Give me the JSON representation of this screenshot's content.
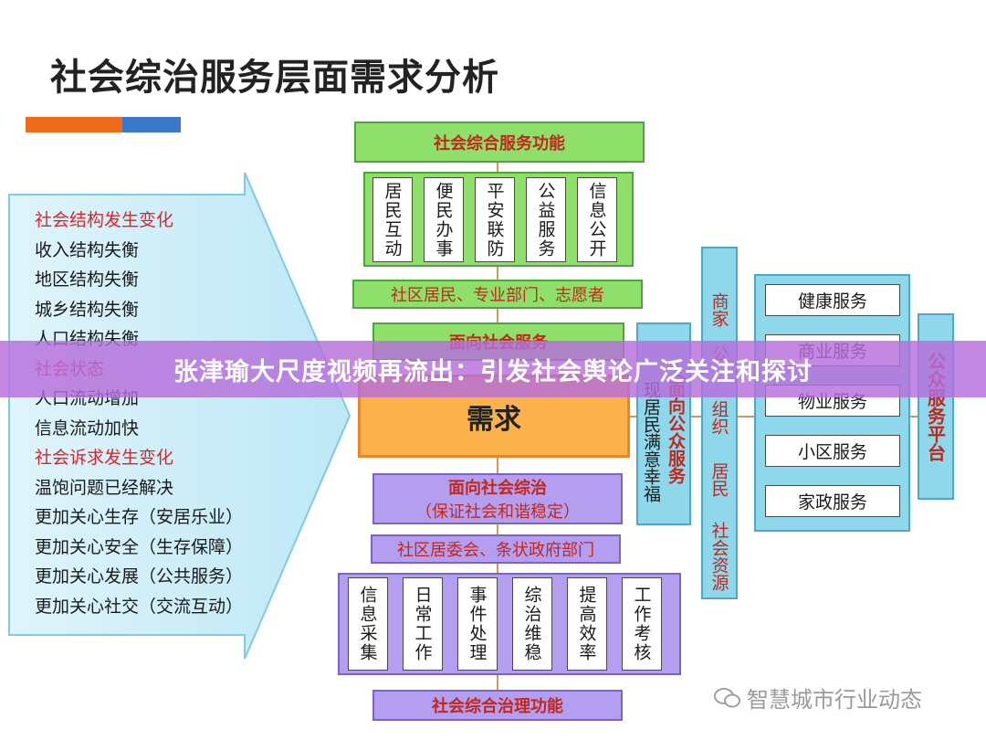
{
  "title": "社会综治服务层面需求分析",
  "left_list": {
    "items": [
      {
        "text": "社会结构发生变化",
        "highlight": true
      },
      {
        "text": "收入结构失衡",
        "highlight": false
      },
      {
        "text": "地区结构失衡",
        "highlight": false
      },
      {
        "text": "城乡结构失衡",
        "highlight": false
      },
      {
        "text": "人口结构失衡",
        "highlight": false
      },
      {
        "text": "社会状态",
        "highlight": true
      },
      {
        "text": "人口流动增加",
        "highlight": false
      },
      {
        "text": "信息流动加快",
        "highlight": false
      },
      {
        "text": "社会诉求发生变化",
        "highlight": true
      },
      {
        "text": "温饱问题已经解决",
        "highlight": false
      },
      {
        "text": "更加关心生存（安居乐业）",
        "highlight": false
      },
      {
        "text": "更加关心安全（生存保障）",
        "highlight": false
      },
      {
        "text": "更加关心发展（公共服务）",
        "highlight": false
      },
      {
        "text": "更加关心社交（交流互动）",
        "highlight": false
      }
    ]
  },
  "top_function": "社会综合服务功能",
  "top_cells": [
    "居民互动",
    "便民办事",
    "平安联防",
    "公益服务",
    "信息公开"
  ],
  "residents_box": "社区居民、专业部门、志愿者",
  "social_service_box": "面向社会服务",
  "need_box": "需求",
  "governance_box": {
    "line1": "面向社会综治",
    "line2": "（保证社会和谐稳定）"
  },
  "committee_box": "社区居委会、条状政府部门",
  "bottom_cells": [
    "信息采集",
    "日常工作",
    "事件处理",
    "综治维稳",
    "提高效率",
    "工作考核"
  ],
  "bottom_function": "社会综合治理功能",
  "public_service_col": {
    "prefix": "（",
    "main": "面向公众服务",
    "sub": "现居民满意幸福"
  },
  "resources_col": {
    "a": "商家",
    "b": "公",
    "c": "组织",
    "d": "居民",
    "e": "社会资源"
  },
  "services": [
    "健康服务",
    "商业服务",
    "物业服务",
    "小区服务",
    "家政服务"
  ],
  "platform": "公众服务平台",
  "banner": "张津瑜大尺度视频再流出：引发社会舆论广泛关注和探讨",
  "watermark": "智慧城市行业动态",
  "colors": {
    "orange_bar": "#ee6a1c",
    "blue_bar": "#3a78c9",
    "green": "#8ee06a",
    "purple": "#b49ef0",
    "cyan": "#8fd7ea",
    "need": "#fbb24b",
    "red_text": "#c0281e"
  }
}
